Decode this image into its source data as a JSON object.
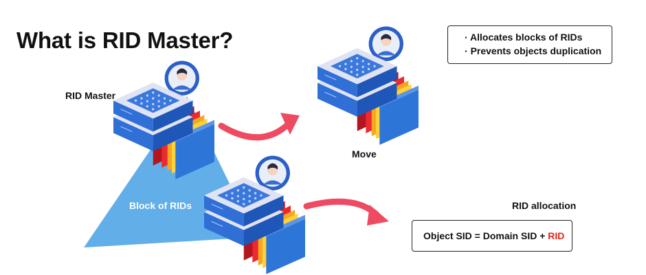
{
  "title": "What is RID Master?",
  "features": [
    "Allocates blocks of RIDs",
    "Prevents objects duplication"
  ],
  "labels": {
    "rid_master": "RID Master",
    "move": "Move",
    "block_of_rids": "Block of RIDs",
    "rid_allocation": "RID allocation"
  },
  "formula": {
    "text": "Object SID = Domain SID + ",
    "highlight": "RID",
    "highlight_color": "#e2231a"
  },
  "colors": {
    "triangle": "#5aaae8",
    "server_blue": "#2f6fd6",
    "server_light": "#dfe3f3",
    "arrow": "#ee4b63",
    "avatar_ring": "#2b5fc9"
  },
  "icons": [
    "server-stack-icon",
    "person-avatar-icon",
    "folders-icon",
    "curved-arrow-icon"
  ]
}
